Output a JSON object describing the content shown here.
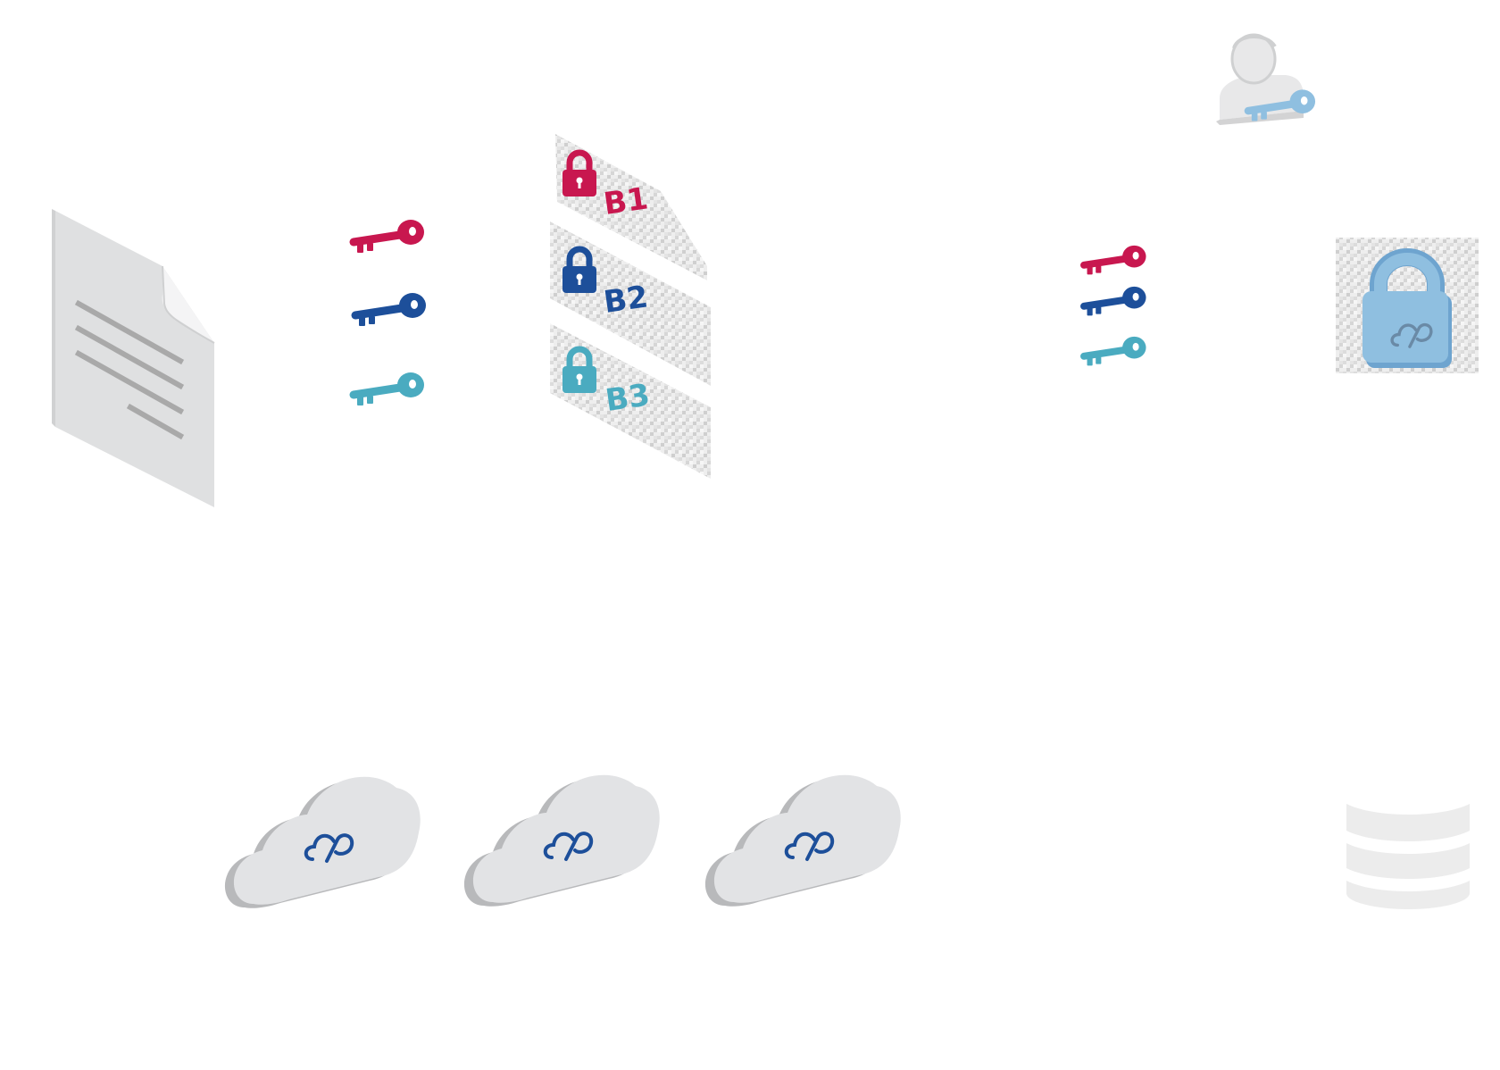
{
  "colors": {
    "red": "#c8174f",
    "navy": "#1d4f9a",
    "teal": "#4aabc0",
    "lightblue": "#8fbfe0",
    "doc_gray": "#dfe0e1",
    "line_gray": "#a9a9a9",
    "cloud_fill": "#e2e3e5",
    "cloud_side": "#b8b9bb",
    "db_gray": "#ececec"
  },
  "icons": {
    "document": "document-icon",
    "key": "key-icon",
    "padlock": "padlock-icon",
    "user": "user-icon",
    "cloud": "cloud-icon",
    "cloud_logo": "cloud-logo-icon",
    "database": "database-icon"
  },
  "blocks": [
    {
      "label": "B1",
      "color": "#c8174f"
    },
    {
      "label": "B2",
      "color": "#1d4f9a"
    },
    {
      "label": "B3",
      "color": "#4aabc0"
    }
  ]
}
